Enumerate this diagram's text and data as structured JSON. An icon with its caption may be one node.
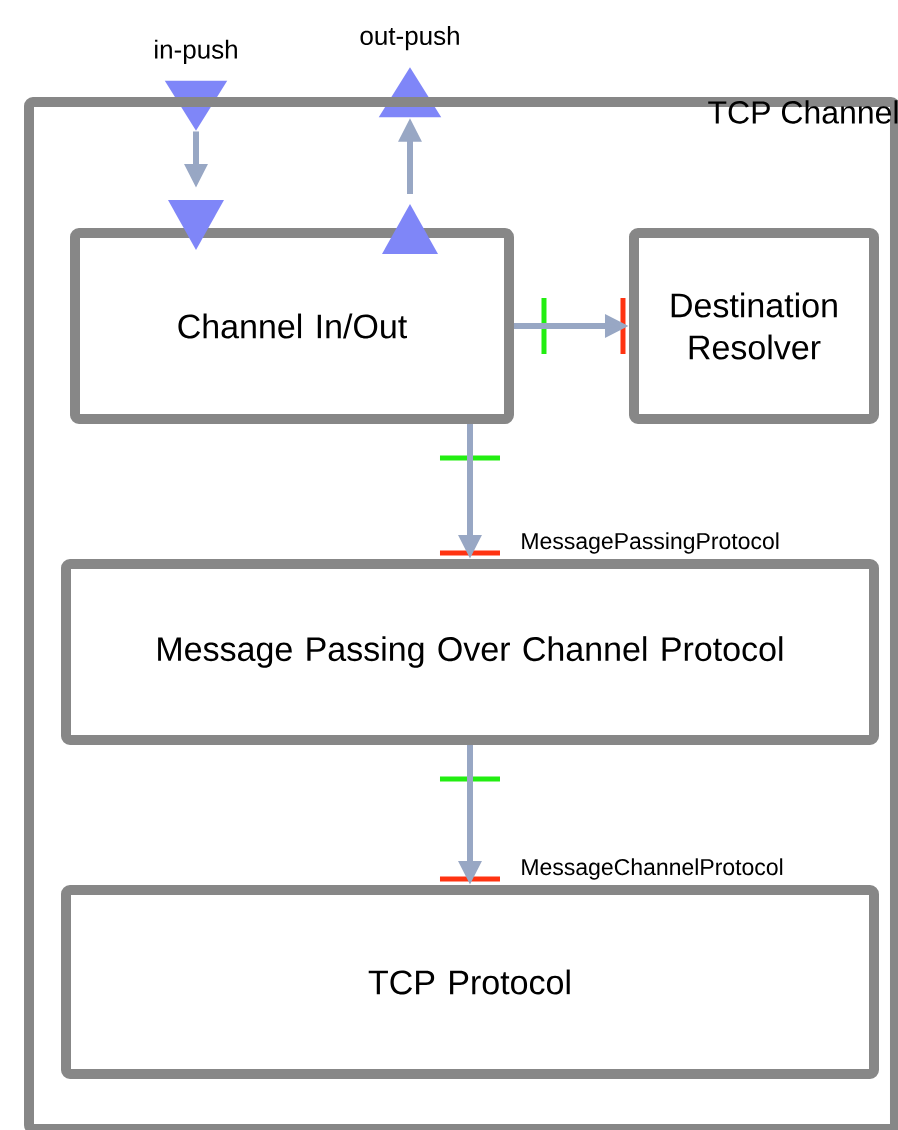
{
  "diagram": {
    "nodes": [
      {
        "text": [
          "TCP Channel"
        ]
      },
      {
        "text": [
          "Channel In/Out"
        ],
        "in": 0
      },
      {
        "text": [
          "Destination Resolver"
        ],
        "in": 0
      },
      {
        "text": [
          "Message Passing Over Channel Protocol"
        ],
        "in": 0
      },
      {
        "text": [
          "TCP Protocol"
        ],
        "in": 0
      },
      {
        "text": [
          "in-push"
        ]
      },
      {
        "text": [
          "out-push"
        ]
      }
    ],
    "edges": [
      {
        "from": 5,
        "to": 1,
        "arrow": "to"
      },
      {
        "from": 1,
        "to": 6,
        "arrow": "to"
      },
      {
        "from": 1,
        "to": 2,
        "arrow": "to"
      },
      {
        "from": 1,
        "to": 3,
        "arrow": "to",
        "label": "MessagePassingProtocol"
      },
      {
        "from": 3,
        "to": 4,
        "arrow": "to",
        "label": "MessageChannelProtocol"
      }
    ]
  }
}
